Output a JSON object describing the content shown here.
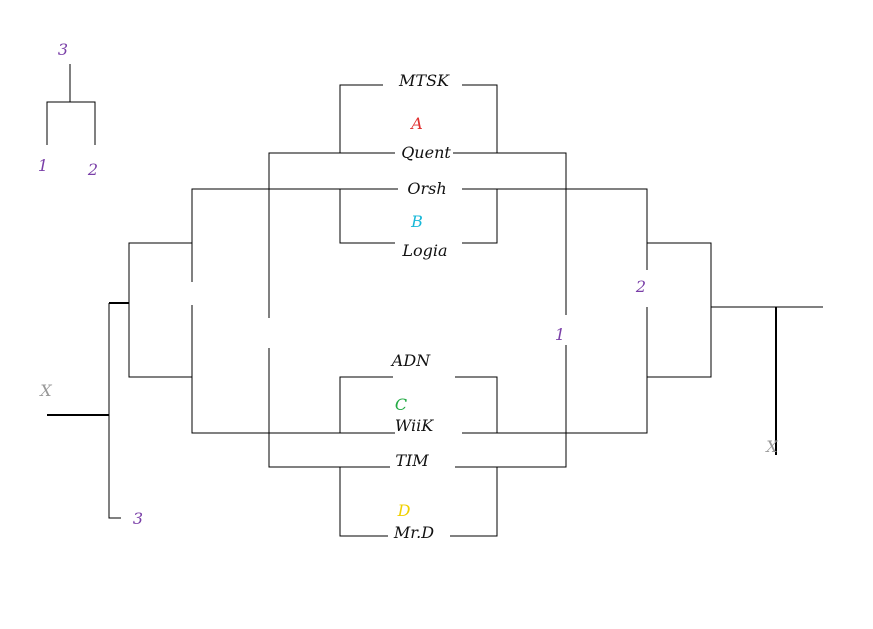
{
  "legend": {
    "top": "3",
    "left": "1",
    "right": "2",
    "color": "#7a3fa8"
  },
  "teams": {
    "mtsk": "MTSK",
    "quent": "Quent",
    "orsh": "Orsh",
    "logia": "Logia",
    "adn": "ADN",
    "wiik": "WiiK",
    "tim": "TIM",
    "mrd": "Mr.D"
  },
  "groups": {
    "a": {
      "label": "A",
      "color": "#e03030"
    },
    "b": {
      "label": "B",
      "color": "#18b8d8"
    },
    "c": {
      "label": "C",
      "color": "#22aa44"
    },
    "d": {
      "label": "D",
      "color": "#f0d000"
    }
  },
  "rounds": {
    "one": "1",
    "two": "2",
    "three": "3",
    "color": "#7a3fa8"
  },
  "final": {
    "left_x": "X",
    "right_x": "X",
    "color": "#999999"
  }
}
